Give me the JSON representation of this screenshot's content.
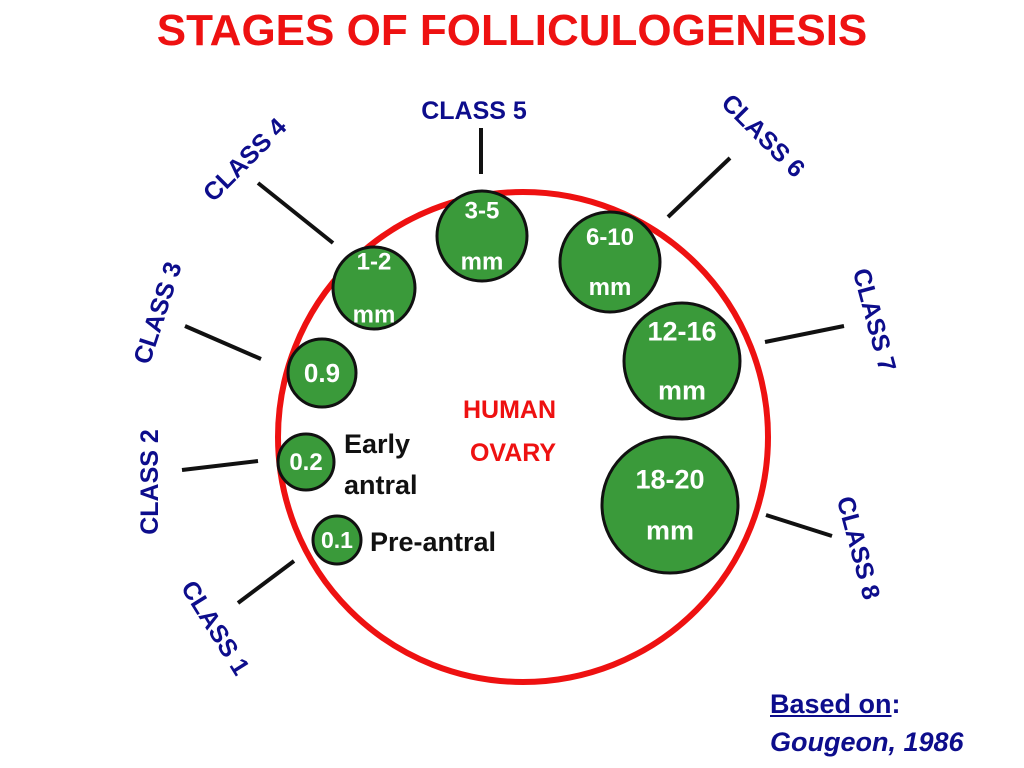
{
  "title": "STAGES OF FOLLICULOGENESIS",
  "ovary_label": [
    "HUMAN",
    "OVARY"
  ],
  "colors": {
    "title": "#ee1111",
    "ovary": "#ee1111",
    "class_text": "#0d0d8c",
    "follicle_fill": "#3a9a3a",
    "follicle_text": "#ffffff"
  },
  "classes": [
    {
      "label": "CLASS 1",
      "follicle": [
        "0.1"
      ],
      "stage": [
        "Pre-antral"
      ]
    },
    {
      "label": "CLASS 2",
      "follicle": [
        "0.2"
      ],
      "stage": [
        "Early",
        "antral"
      ]
    },
    {
      "label": "CLASS 3",
      "follicle": [
        "0.9"
      ],
      "stage": []
    },
    {
      "label": "CLASS 4",
      "follicle": [
        "1-2",
        "mm"
      ],
      "stage": []
    },
    {
      "label": "CLASS 5",
      "follicle": [
        "3-5",
        "mm"
      ],
      "stage": []
    },
    {
      "label": "CLASS 6",
      "follicle": [
        "6-10",
        "mm"
      ],
      "stage": []
    },
    {
      "label": "CLASS 7",
      "follicle": [
        "12-16",
        "mm"
      ],
      "stage": []
    },
    {
      "label": "CLASS 8",
      "follicle": [
        "18-20",
        "mm"
      ],
      "stage": []
    }
  ],
  "citation": {
    "prefix": "Based on",
    "colon": ":",
    "source": "Gougeon, 1986"
  }
}
